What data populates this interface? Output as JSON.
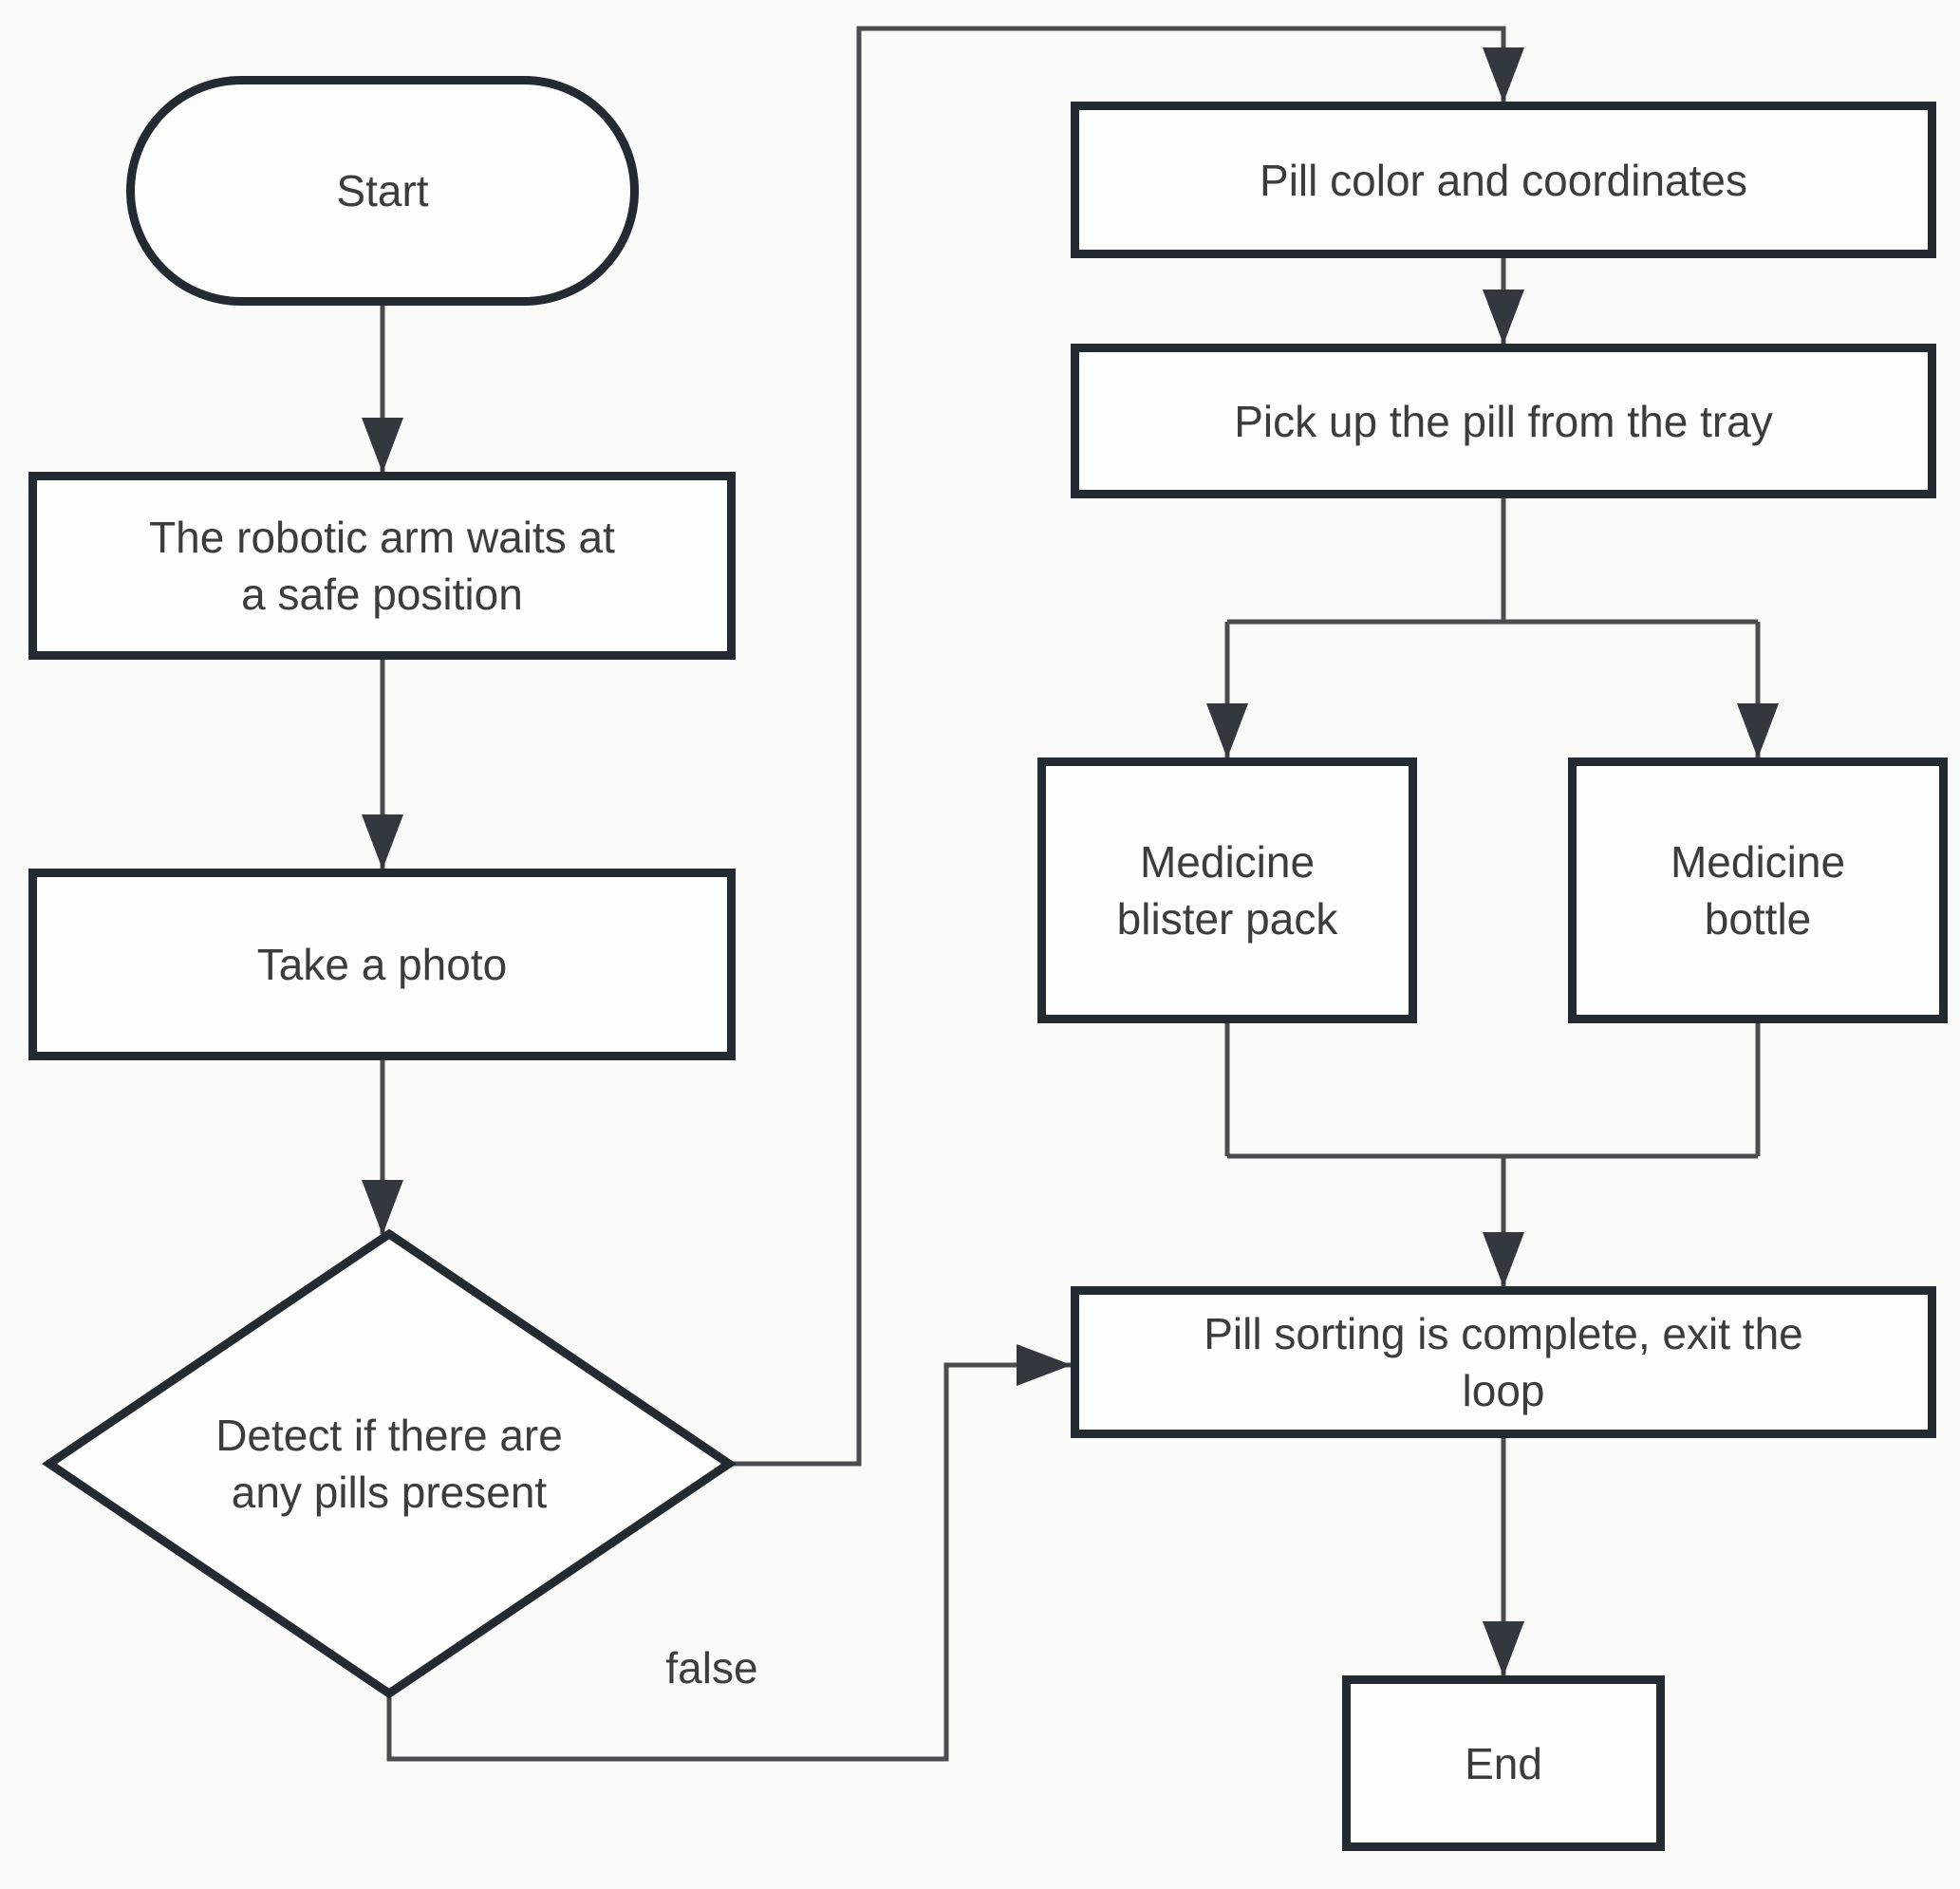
{
  "diagram": {
    "type": "flowchart",
    "background_color": "#fafaf9",
    "node_border_color": "#232a32",
    "connector_color": "#4a4c4e",
    "arrowhead_color": "#33383e",
    "text_color": "#3c3c3c",
    "nodes": {
      "start": {
        "label": "Start",
        "shape": "terminator"
      },
      "wait": {
        "line1": "The robotic arm waits at",
        "line2": "a safe position",
        "shape": "process"
      },
      "photo": {
        "label": "Take a photo",
        "shape": "process"
      },
      "detect": {
        "line1": "Detect if there are",
        "line2": "any pills present",
        "shape": "decision"
      },
      "pill_color": {
        "label": "Pill color and coordinates",
        "shape": "process"
      },
      "pick_up": {
        "label": "Pick up the pill from the tray",
        "shape": "process"
      },
      "blister": {
        "line1": "Medicine",
        "line2": "blister pack",
        "shape": "process"
      },
      "bottle": {
        "line1": "Medicine",
        "line2": "bottle",
        "shape": "process"
      },
      "sorting": {
        "line1": "Pill sorting is complete, exit the",
        "line2": "loop",
        "shape": "process"
      },
      "end": {
        "label": "End",
        "shape": "terminator"
      }
    },
    "edge_labels": {
      "false_branch": "false"
    }
  }
}
